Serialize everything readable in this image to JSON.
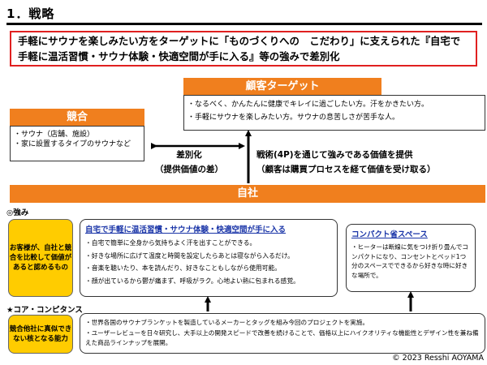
{
  "page": {
    "title": "1．戦略",
    "headline": "手軽にサウナを楽しみたい方をターゲットに「ものづくりへの　こだわり」に支えられた『自宅で手軽に温活習慣・サウナ体験・快適空間が手に入る』等の強みで差別化",
    "copyright": "© 2023 Resshi AOYAMA"
  },
  "target": {
    "header": "顧客ターゲット",
    "items": [
      "・なるべく、かんたんに健康でキレイに過ごしたい方。汗をかきたい方。",
      "・手軽にサウナを楽しみたい方。サウナの息苦しさが苦手な人。"
    ]
  },
  "competitor": {
    "header": "競合",
    "items": [
      "・サウナ（店舗、施設）",
      "・家に設置するタイプのサウナなど"
    ]
  },
  "differentiation": {
    "line1": "差別化",
    "line2": "（提供価値の差）"
  },
  "strategy": {
    "line1": "戦術(4P)を通じて強みである価値を提供",
    "line2": "（顧客は購買プロセスを経て価値を受け取る）"
  },
  "own_company": {
    "header": "自社"
  },
  "strengths": {
    "label": "◎強み",
    "side_note": "お客様が、自社と競合を比較して価値があると認めるもの",
    "main_title": "自宅で手軽に温活習慣・サウナ体験・快適空間が手に入る",
    "main_items": [
      "・自宅で簡単に全身から気持ちよく汗を出すことができる。",
      "・好きな場所に広げて温度と時間を設定したらあとは寝ながら入るだけ。",
      "・音楽を聴いたり、本を読んだり、好きなこともしながら使用可能。",
      "・顔が出ているから鬱が痛まず、呼吸がラク。心地よい熱に包まれる感覚。"
    ],
    "compact_title": "コンパクト省スペース",
    "compact_text": "・ヒーターは断線に気をつけ折り畳んでコンパクトになり、コンセントとベッド1つ分のスペースでできるから好きな時に好きな場所で。"
  },
  "core_competence": {
    "label": "★コア・コンピタンス",
    "side_note": "競合他社に真似できない核となる能力",
    "items": [
      "・世界各国のサウナブランケットを製造しているメーカーとタッグを組み今回のプロジェクトを実施。",
      "・ユーザーレビューを日々研究し、大手以上の開発スピードで改善を続けることで、価格以上にハイクオリティな機能性とデザイン性を兼ね備えた商品ラインナップを展開。"
    ]
  },
  "colors": {
    "accent_orange": "#f07f1e",
    "headline_border": "#e02020",
    "heading_blue": "#1a35a8",
    "highlight_yellow": "#ffcc00"
  }
}
